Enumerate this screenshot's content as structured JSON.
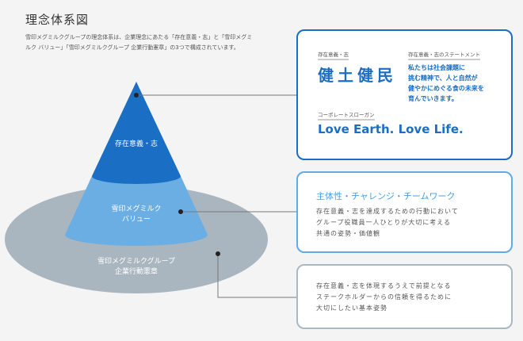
{
  "title": "理念体系図",
  "intro": "雪印メグミルクグループの理念体系は、企業理念にあたる「存在意義・志」と「雪印メグミルク バリュー」「雪印メグミルクグループ 企業行動憲章」の3つで構成されています。",
  "pyramid": {
    "top": "存在意義・志",
    "middle": [
      "雪印メグミルク",
      "バリュー"
    ],
    "base": [
      "雪印メグミルクグループ",
      "企業行動憲章"
    ]
  },
  "box1": {
    "purpose_label": "存在意義・志",
    "purpose": "健土健民",
    "statement_label": "存在意義・志のステートメント",
    "statement": [
      "私たちは社会課題に",
      "挑む精神で、人と自然が",
      "健やかにめぐる食の未来を",
      "育んでいきます。"
    ],
    "slogan_label": "コーポレートスローガン",
    "slogan": "Love Earth. Love Life."
  },
  "box2": {
    "heading": "主体性・チャレンジ・チームワーク",
    "text": [
      "存在意義・志を達成するための行動において",
      "グループ役職員一人ひとりが大切に考える",
      "共通の姿勢・価値観"
    ]
  },
  "box3": {
    "text": [
      "存在意義・志を体現するうえで前提となる",
      "ステークホルダーからの信頼を得るために",
      "大切にしたい基本姿勢"
    ]
  },
  "colors": {
    "dark_blue": "#1a6ec4",
    "light_blue": "#6aaee4",
    "gray": "#a9b6c0"
  }
}
